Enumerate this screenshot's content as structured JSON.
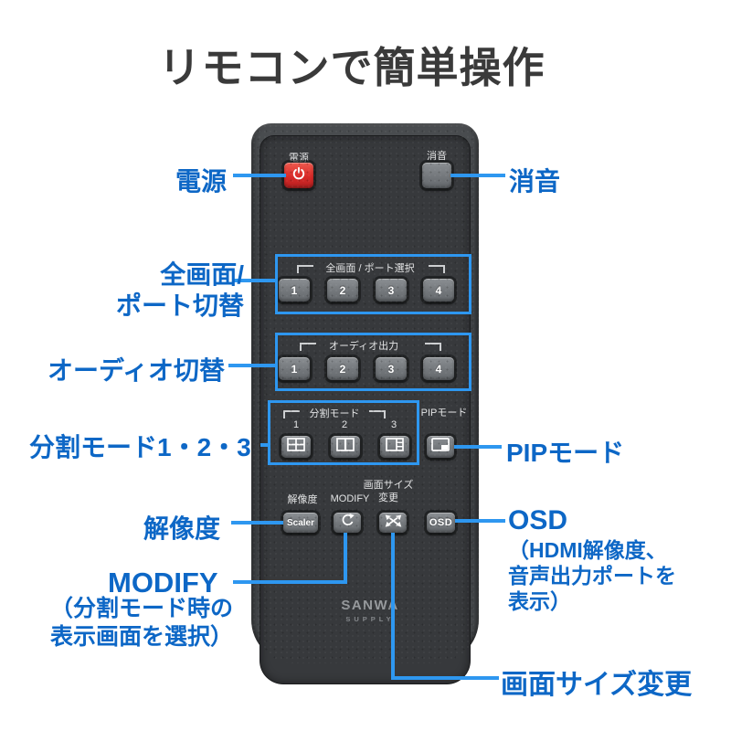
{
  "title": "リモコンで簡単操作",
  "colors": {
    "annotation_line": "#2e97f0",
    "annotation_text": "#0d67c6",
    "power_button_red": "#d92a28",
    "remote_body": "#3f4245",
    "title_text": "#3a3a3a"
  },
  "callouts": {
    "power": "電源",
    "mute": "消音",
    "fullscreen_line1": "全画面/",
    "fullscreen_line2": "ポート切替",
    "audio": "オーディオ切替",
    "split": "分割モード1・2・3",
    "pip": "PIPモード",
    "resolution": "解像度",
    "modify": "MODIFY",
    "modify_desc1": "（分割モード時の",
    "modify_desc2": "表示画面を選択）",
    "osd": "OSD",
    "osd_desc1": "（HDMI解像度、",
    "osd_desc2": "音声出力ポートを",
    "osd_desc3": "表示）",
    "screen_size": "画面サイズ変更"
  },
  "remote": {
    "power_label": "電源",
    "mute_label": "消音",
    "group_fullscreen": {
      "title": "全画面 / ポート選択",
      "buttons": [
        "1",
        "2",
        "3",
        "4"
      ]
    },
    "group_audio": {
      "title": "オーディオ出力",
      "buttons": [
        "1",
        "2",
        "3",
        "4"
      ]
    },
    "group_split": {
      "title": "分割モード",
      "numbers": [
        "1",
        "2",
        "3"
      ]
    },
    "pip_button_label": "PIPモード",
    "bottom_row": {
      "scaler_label": "解像度",
      "scaler_button": "Scaler",
      "modify_label": "MODIFY",
      "screensize_label1": "画面サイズ",
      "screensize_label2": "変更",
      "osd_button": "OSD"
    },
    "logo_line1": "SANWA",
    "logo_line2": "SUPPLY"
  },
  "icons": {
    "power": "power-icon",
    "modify": "rotate-arrow-icon",
    "screen_size": "resize-arrows-icon",
    "split1": "split-grid-2x2-icon",
    "split2": "split-two-column-icon",
    "split3": "split-one-plus-three-icon",
    "pip": "pip-window-icon"
  }
}
